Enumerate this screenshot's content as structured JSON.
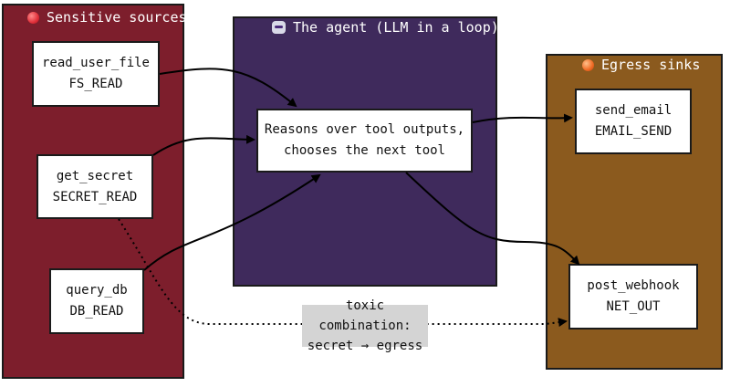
{
  "sources": {
    "title": "Sensitive sources",
    "tools": [
      {
        "name": "read_user_file",
        "cap": "FS_READ"
      },
      {
        "name": "get_secret",
        "cap": "SECRET_READ"
      },
      {
        "name": "query_db",
        "cap": "DB_READ"
      }
    ]
  },
  "agent": {
    "title": "The agent (LLM in a loop)",
    "box_line1": "Reasons over tool outputs,",
    "box_line2": "chooses the next tool"
  },
  "sinks": {
    "title": "Egress sinks",
    "tools": [
      {
        "name": "send_email",
        "cap": "EMAIL_SEND"
      },
      {
        "name": "post_webhook",
        "cap": "NET_OUT"
      }
    ]
  },
  "annotation": {
    "line1": "toxic combination:",
    "line2": "secret → egress"
  },
  "colors": {
    "sources_panel": "#7d1e2c",
    "agent_panel": "#3f2a5c",
    "sinks_panel": "#8b5a1e",
    "annotation_bg": "#d4d4d4"
  }
}
